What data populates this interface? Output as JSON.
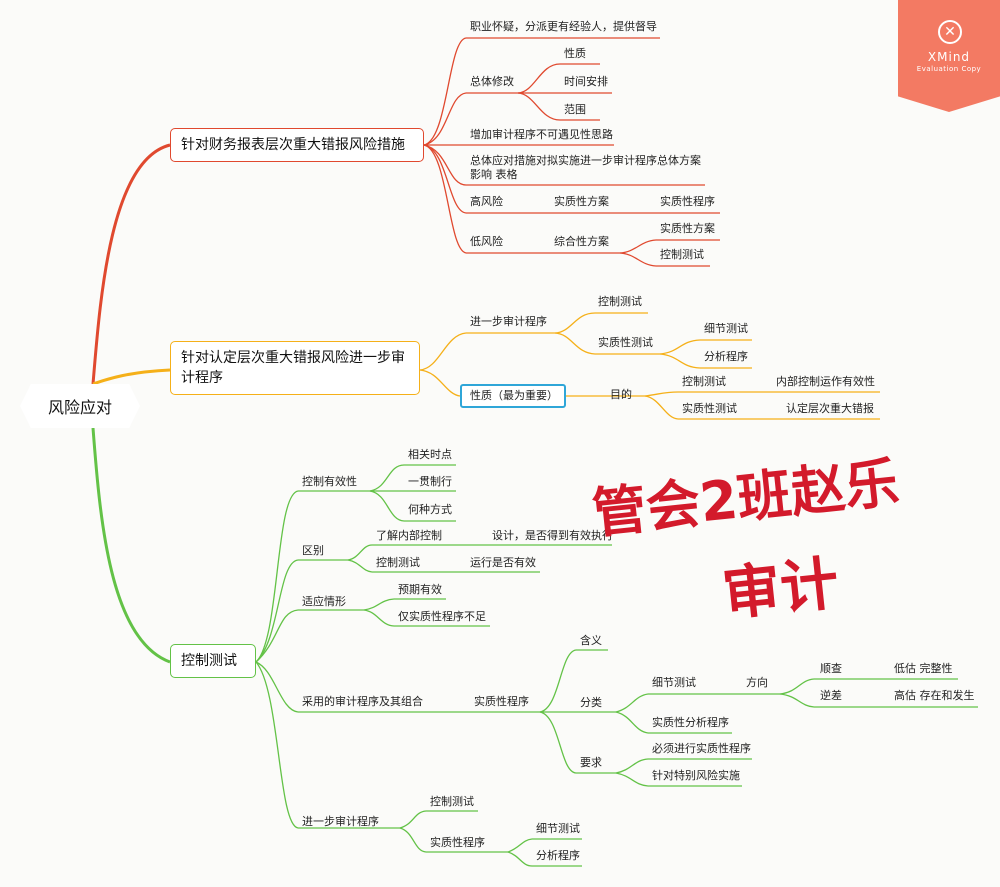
{
  "root": "风险应对",
  "badge": {
    "brand": "XMind",
    "sub": "Evaluation Copy",
    "colors": {
      "bg": "#f37a63"
    }
  },
  "watermark": {
    "line1": "管会2班赵乐",
    "line2": "审计",
    "color": "#d31a2b"
  },
  "colors": {
    "red": "#e0492f",
    "orange": "#f5b019",
    "green": "#63c247",
    "highlight": "#2fa6d8"
  },
  "branches": {
    "b1": {
      "title": "针对财务报表层次重大错报风险措施",
      "items": {
        "skepticism": "职业怀疑，分派更有经验人，提供督导",
        "overall_modify": "总体修改",
        "nature": "性质",
        "timing": "时间安排",
        "scope": "范围",
        "unpredictability": "增加审计程序不可遇见性思路",
        "impact_line1": "总体应对措施对拟实施进一步审计程序总体方案",
        "impact_line2": "影响   表格",
        "high_risk": "高风险",
        "substantive_plan": "实质性方案",
        "substantive_procedures": "实质性程序",
        "low_risk": "低风险",
        "combined_plan": "综合性方案",
        "low_substantive_plan": "实质性方案",
        "control_test": "控制测试"
      }
    },
    "b2": {
      "title": "针对认定层次重大错报风险进一步审计程序",
      "items": {
        "further": "进一步审计程序",
        "control_test": "控制测试",
        "substantive_test": "实质性测试",
        "detail_test": "细节测试",
        "analytic": "分析程序",
        "nature_key": "性质（最为重要）",
        "purpose": "目的",
        "purpose_control": "控制测试",
        "purpose_control_goal": "内部控制运作有效性",
        "purpose_substantive": "实质性测试",
        "purpose_substantive_goal": "认定层次重大错报"
      }
    },
    "b3": {
      "title": "控制测试",
      "items": {
        "effectiveness": "控制有效性",
        "relevant_time": "相关时点",
        "consistent": "一贯制行",
        "manner": "何种方式",
        "difference": "区别",
        "understand_ic": "了解内部控制",
        "design_exec": "设计，是否得到有效执行",
        "ctrl_test": "控制测试",
        "operating": "运行是否有效",
        "applicable": "适应情形",
        "expected_effective": "预期有效",
        "substantive_insufficient": "仅实质性程序不足",
        "procedures_combo": "采用的审计程序及其组合",
        "substantive_proc": "实质性程序",
        "meaning": "含义",
        "category": "分类",
        "detail_test": "细节测试",
        "direction": "方向",
        "forward": "顺查",
        "forward_goal": "低估  完整性",
        "reverse": "逆差",
        "reverse_goal": "高估  存在和发生",
        "substantive_analytic": "实质性分析程序",
        "requirement": "要求",
        "must_perform": "必须进行实质性程序",
        "special_risk": "针对特别风险实施",
        "further": "进一步审计程序",
        "f_control": "控制测试",
        "f_substantive": "实质性程序",
        "f_detail": "细节测试",
        "f_analytic": "分析程序"
      }
    }
  }
}
